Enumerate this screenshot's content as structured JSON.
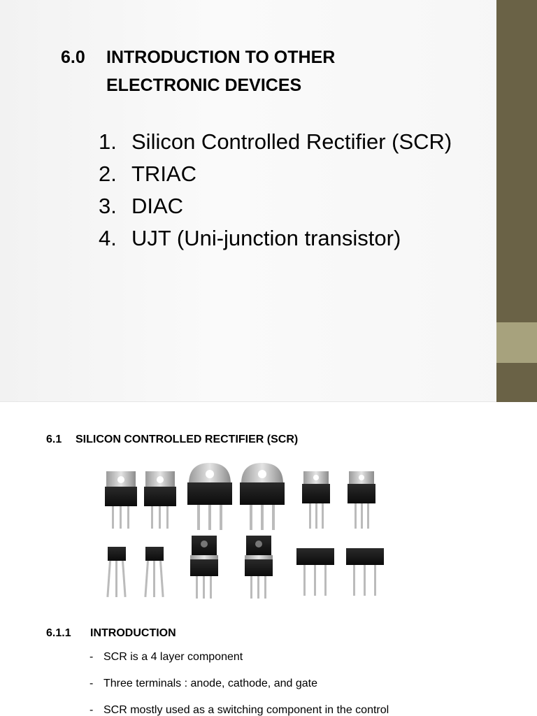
{
  "slide1": {
    "title_number": "6.0",
    "title_line1": "INTRODUCTION TO OTHER",
    "title_line2": "ELECTRONIC DEVICES",
    "items": [
      {
        "num": "1.",
        "text": "Silicon Controlled Rectifier (SCR)"
      },
      {
        "num": "2.",
        "text": "TRIAC"
      },
      {
        "num": "3.",
        "text": "DIAC"
      },
      {
        "num": "4.",
        "text": "UJT (Uni-junction transistor)"
      }
    ],
    "colors": {
      "sidebar": "#6a6246",
      "sidebar_accent": "#a7a27d"
    }
  },
  "slide2": {
    "heading_number": "6.1",
    "heading": "SILICON CONTROLLED RECTIFIER (SCR)",
    "photo_label": "scr-components-photo",
    "sub_number": "6.1.1",
    "sub_heading": "INTRODUCTION",
    "bullets": [
      "SCR is a 4 layer component",
      "Three terminals  :  anode, cathode, and gate",
      "SCR mostly used as a switching component in the control"
    ]
  }
}
